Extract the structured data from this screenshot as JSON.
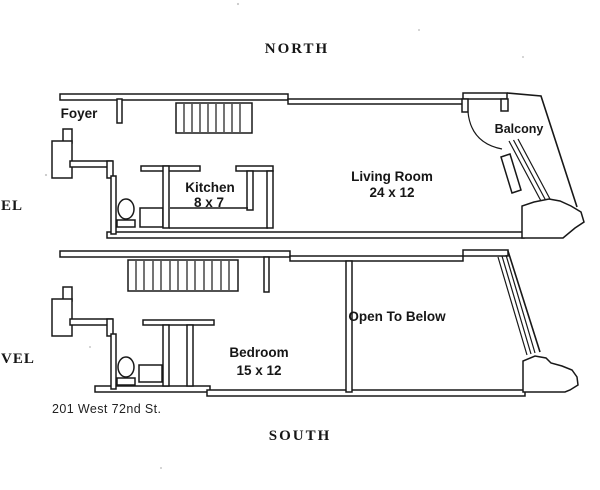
{
  "compass": {
    "north": "NORTH",
    "south": "SOUTH"
  },
  "address": "201 West 72nd St.",
  "levels": [
    {
      "side_label": "EL",
      "rooms": [
        {
          "name": "Foyer",
          "dimensions": ""
        },
        {
          "name": "Kitchen",
          "dimensions": "8 x 7"
        },
        {
          "name": "Living Room",
          "dimensions": "24 x 12"
        },
        {
          "name": "Balcony",
          "dimensions": ""
        }
      ]
    },
    {
      "side_label": "VEL",
      "rooms": [
        {
          "name": "Bedroom",
          "dimensions": "15 x 12"
        },
        {
          "name": "Open To Below",
          "dimensions": ""
        }
      ]
    }
  ],
  "colors": {
    "line": "#181818",
    "background": "#ffffff"
  }
}
